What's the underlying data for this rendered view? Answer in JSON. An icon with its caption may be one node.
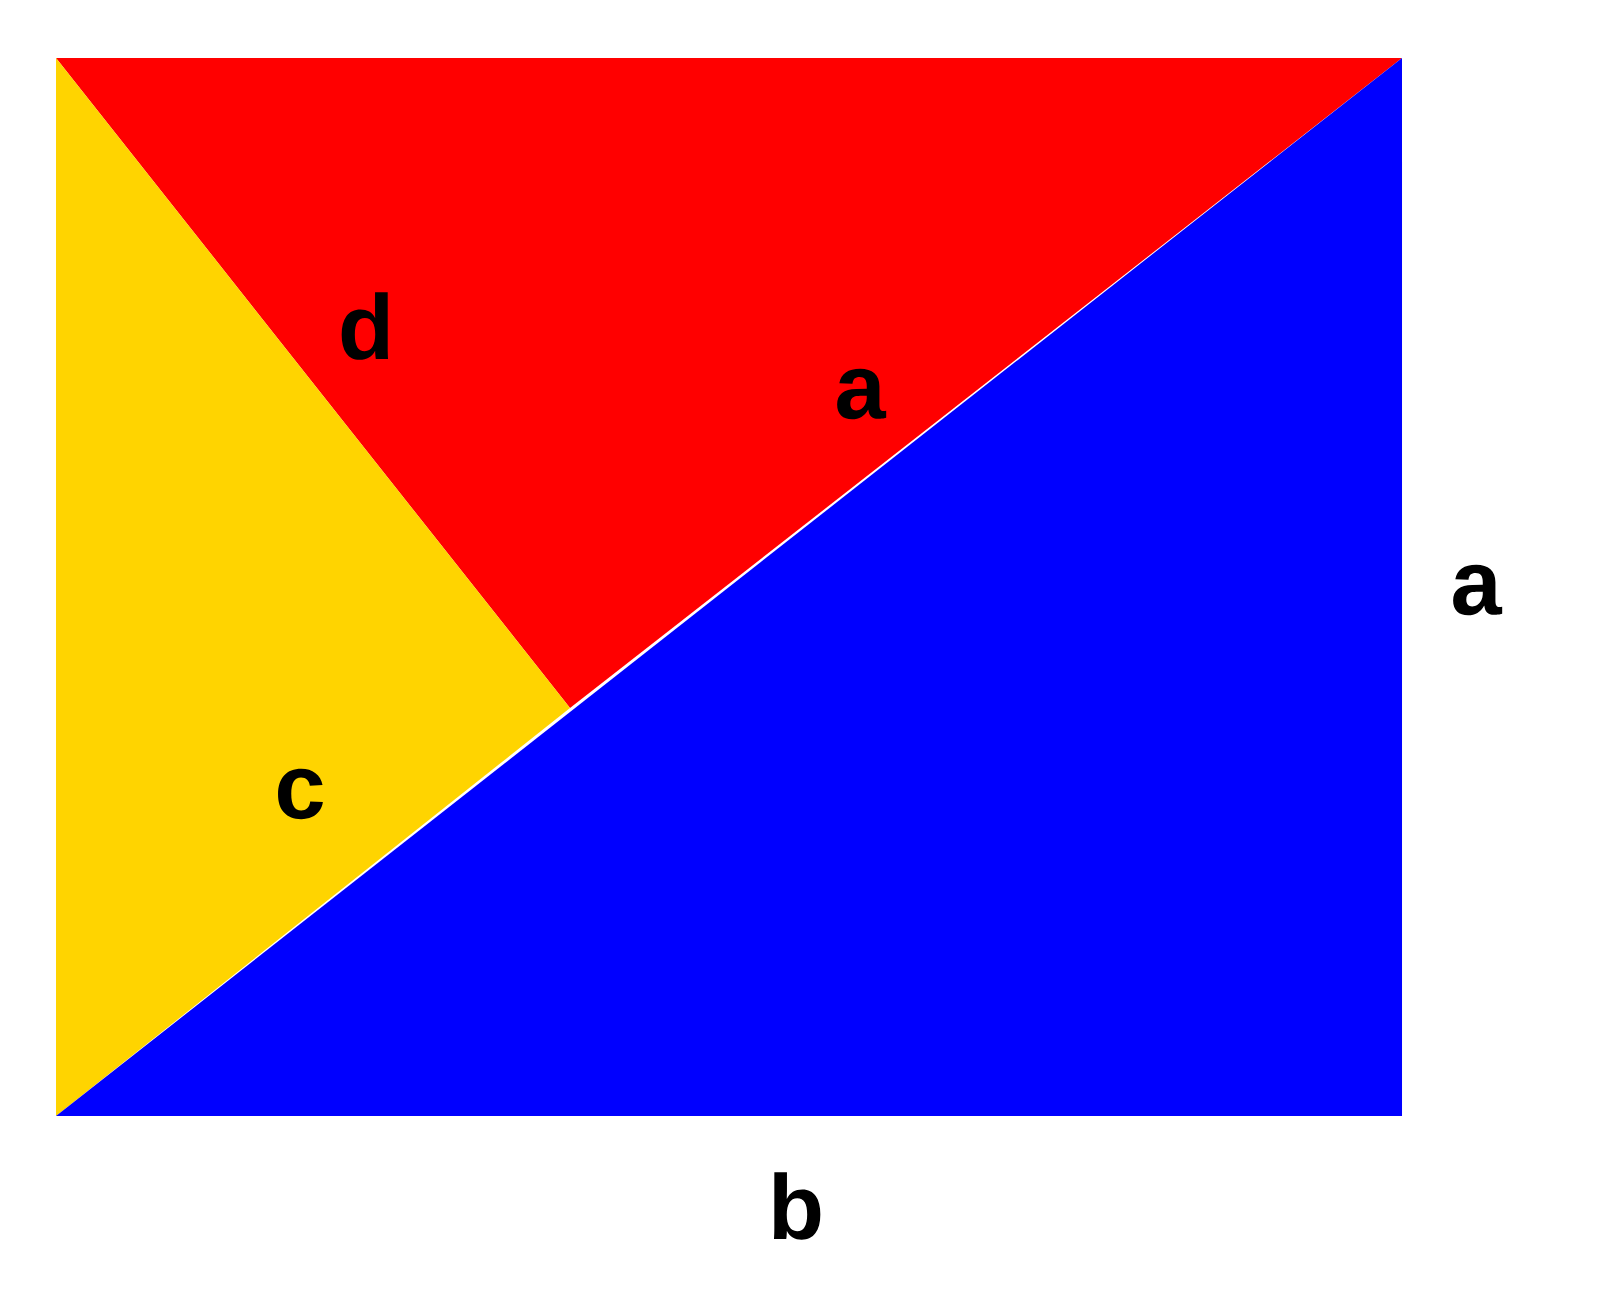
{
  "diagram": {
    "labels": [
      "d",
      "a",
      "a",
      "c",
      "b"
    ]
  }
}
